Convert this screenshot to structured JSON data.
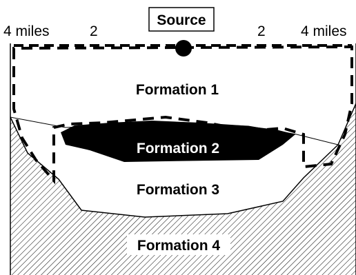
{
  "labels": {
    "source": "Source",
    "distance_left_outer": "4 miles",
    "distance_left_inner": "2",
    "distance_right_inner": "2",
    "distance_right_outer": "4 miles",
    "formation_1": "Formation 1",
    "formation_2": "Formation 2",
    "formation_3": "Formation 3",
    "formation_4": "Formation 4"
  },
  "colors": {
    "ink": "#000000",
    "paper": "#ffffff",
    "formation_2_fill": "#000000",
    "formation_2_text": "#ffffff",
    "formation_4_hatch": "#000000"
  }
}
